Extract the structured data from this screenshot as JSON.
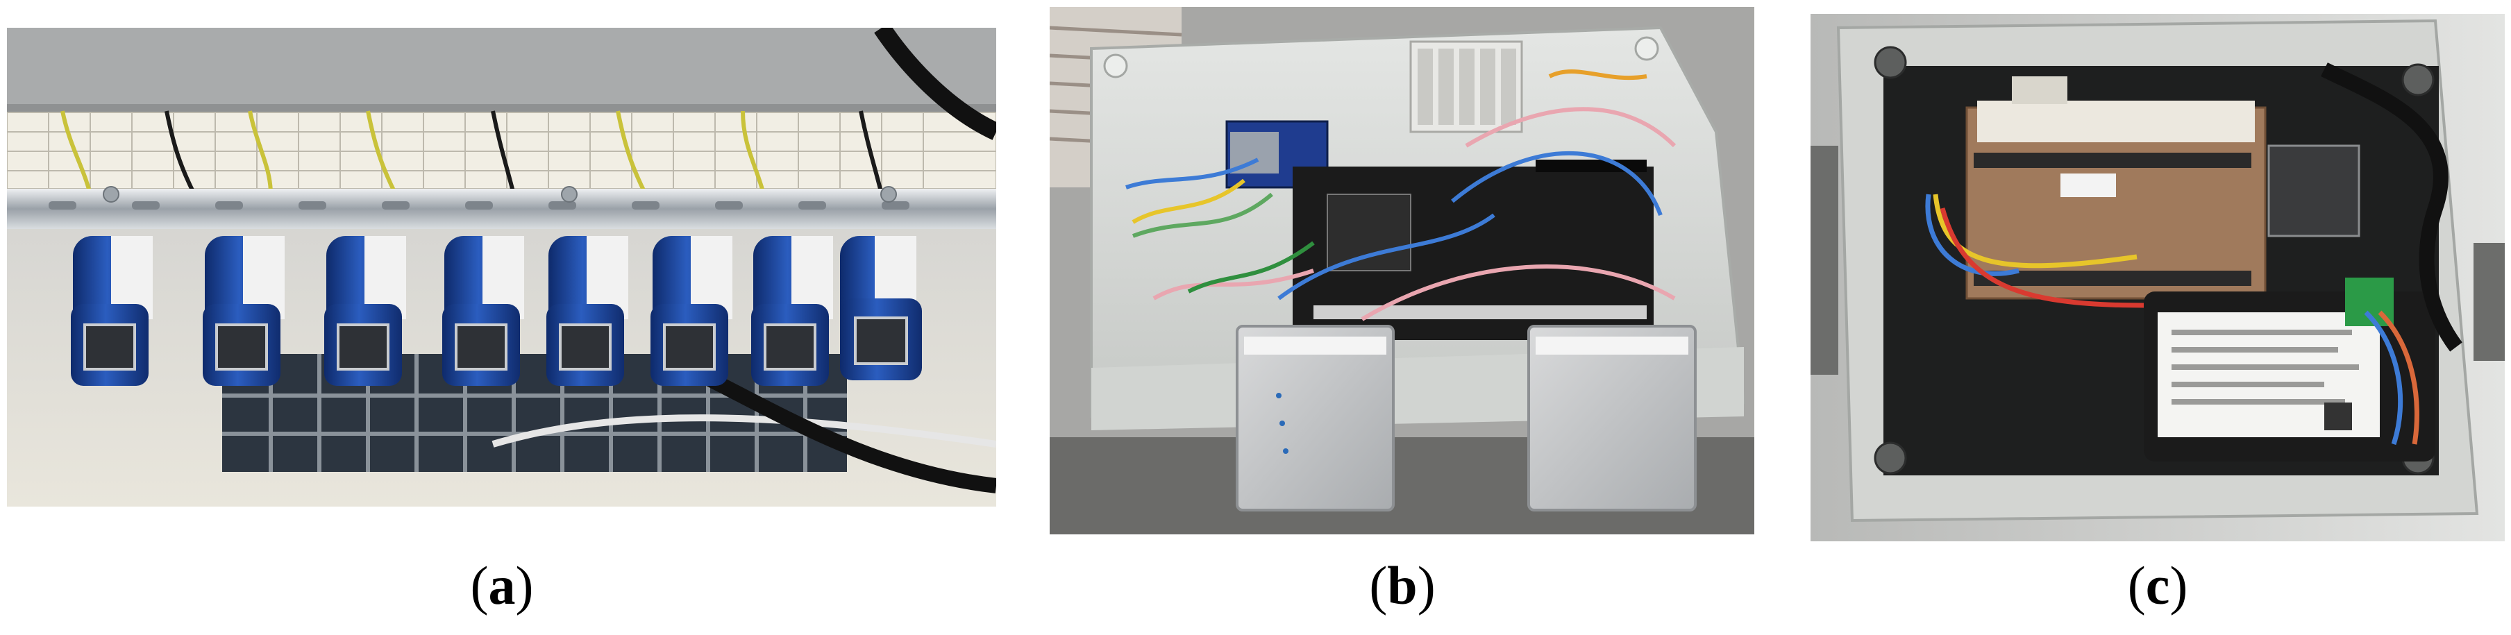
{
  "panels": [
    {
      "label_open": "(",
      "label_letter": "a",
      "label_close": ")"
    },
    {
      "label_open": "(",
      "label_letter": "b",
      "label_close": ")"
    },
    {
      "label_open": "(",
      "label_letter": "c",
      "label_close": ")"
    }
  ],
  "colors": {
    "sensor_blue": "#1b3f8f",
    "enclosure_gray": "#d7d9d6",
    "pcb_black": "#1b1b1b",
    "grille_dark": "#2c3540"
  }
}
